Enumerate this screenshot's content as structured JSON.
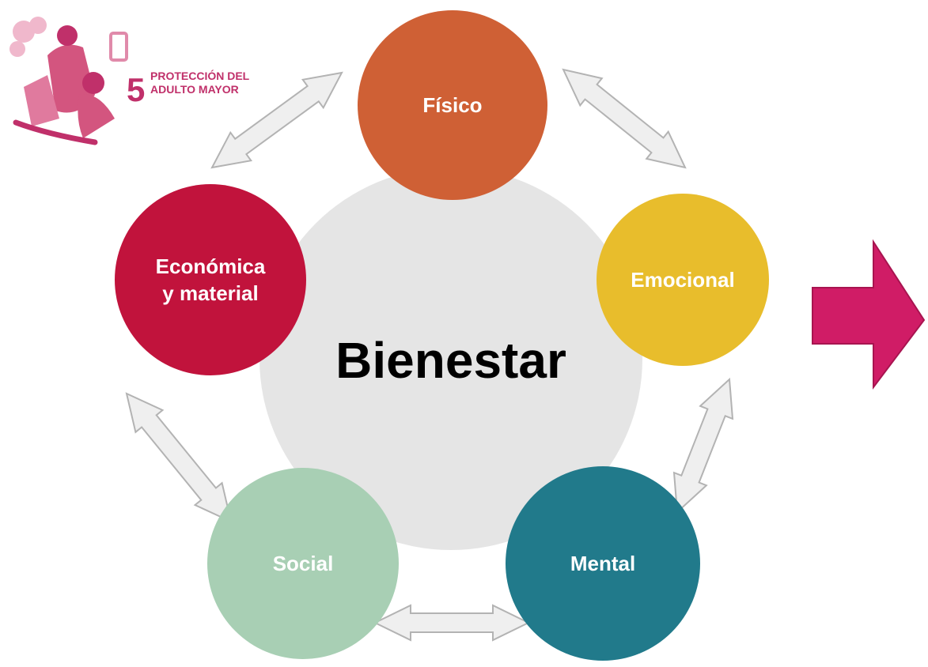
{
  "logo": {
    "number": "5",
    "line1": "PROTECCIÓN DEL",
    "line2": "ADULTO MAYOR",
    "color": "#c0306a"
  },
  "center": {
    "label": "Bienestar",
    "color": "#e5e5e5"
  },
  "nodes": [
    {
      "id": "fisico",
      "label_lines": [
        "Físico"
      ],
      "color": "#cf6035"
    },
    {
      "id": "emocional",
      "label_lines": [
        "Emocional"
      ],
      "color": "#e8bd2c"
    },
    {
      "id": "mental",
      "label_lines": [
        "Mental"
      ],
      "color": "#217a8b"
    },
    {
      "id": "social",
      "label_lines": [
        "Social"
      ],
      "color": "#a8cfb4"
    },
    {
      "id": "economica",
      "label_lines": [
        "Económica",
        "y material"
      ],
      "color": "#c1133c"
    }
  ],
  "connector_color": "#efefef",
  "output_arrow_color": "#d01c66"
}
